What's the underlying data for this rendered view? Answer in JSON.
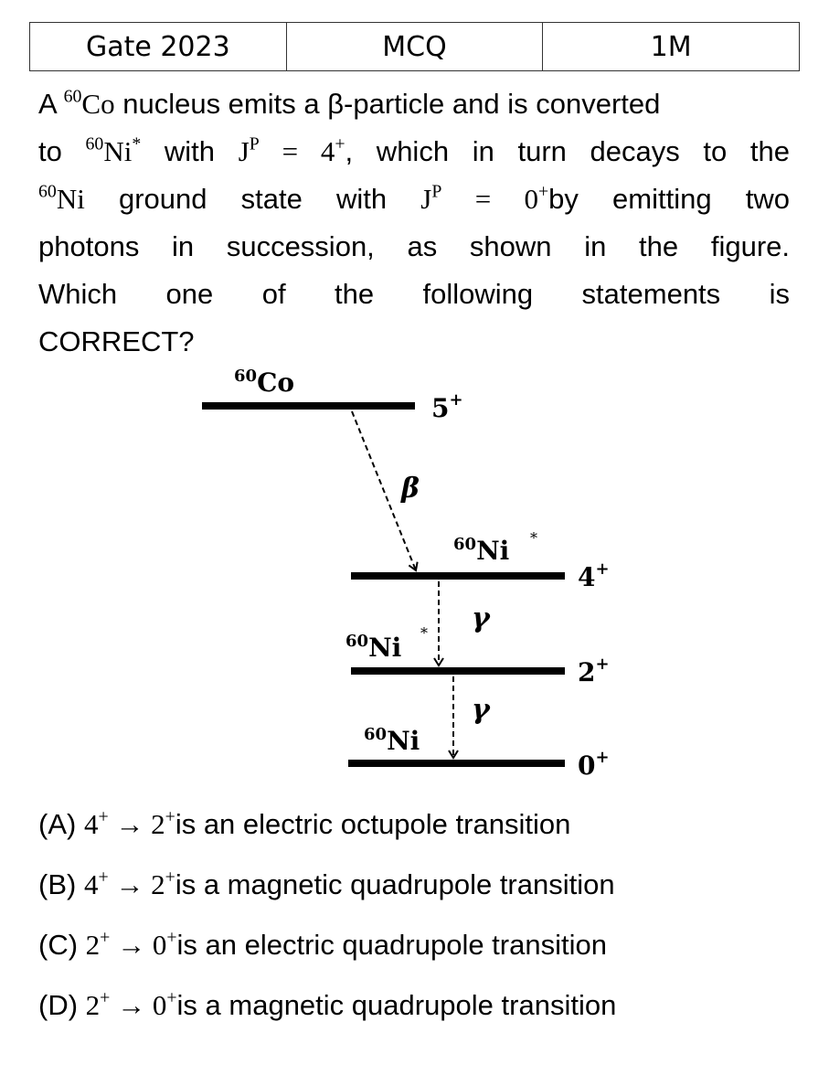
{
  "header": {
    "exam": "Gate 2023",
    "type": "MCQ",
    "marks": "1M"
  },
  "question": {
    "l1_a": "A ",
    "l1_mass": "60",
    "l1_el": "Co",
    "l1_b": " nucleus emits a β-particle and is converted",
    "l2_a": "to ",
    "l2_mass": "60",
    "l2_el": "Ni",
    "l2_star": "*",
    "l2_b": " with ",
    "l2_jp": "J",
    "l2_p": "P",
    "l2_eq": " = 4",
    "l2_plus": "+",
    "l2_c": ", which in turn decays to the",
    "l3_mass": "60",
    "l3_el": "Ni",
    "l3_a": " ground state with ",
    "l3_jp": "J",
    "l3_p": "P",
    "l3_eq": " = 0",
    "l3_plus": "+",
    "l3_b": "by emitting two",
    "l4": "photons in succession, as shown in the figure.",
    "l5": "Which one of the following statements is",
    "l6": "CORRECT?"
  },
  "diagram": {
    "co_mass": "60",
    "co_el": "Co",
    "co_spin": "5",
    "co_parity": "+",
    "beta": "β",
    "ni1_mass": "60",
    "ni1_el": "Ni",
    "ni1_star": "*",
    "ni1_spin": "4",
    "ni1_parity": "+",
    "gamma1": "γ",
    "ni2_mass": "60",
    "ni2_el": "Ni",
    "ni2_star": "*",
    "ni2_spin": "2",
    "ni2_parity": "+",
    "gamma2": "γ",
    "ni3_mass": "60",
    "ni3_el": "Ni",
    "ni3_spin": "0",
    "ni3_parity": "+"
  },
  "options": [
    {
      "label": "(A) ",
      "from": "4",
      "to": "2",
      "arrow": " → ",
      "plus": "+",
      "text": "is an electric octupole transition"
    },
    {
      "label": "(B) ",
      "from": "4",
      "to": "2",
      "arrow": " → ",
      "plus": "+",
      "text": "is a magnetic quadrupole transition"
    },
    {
      "label": "(C) ",
      "from": "2",
      "to": "0",
      "arrow": " → ",
      "plus": "+",
      "text": "is an electric quadrupole transition"
    },
    {
      "label": "(D) ",
      "from": "2",
      "to": "0",
      "arrow": " → ",
      "plus": "+",
      "text": "is a magnetic quadrupole transition"
    }
  ]
}
